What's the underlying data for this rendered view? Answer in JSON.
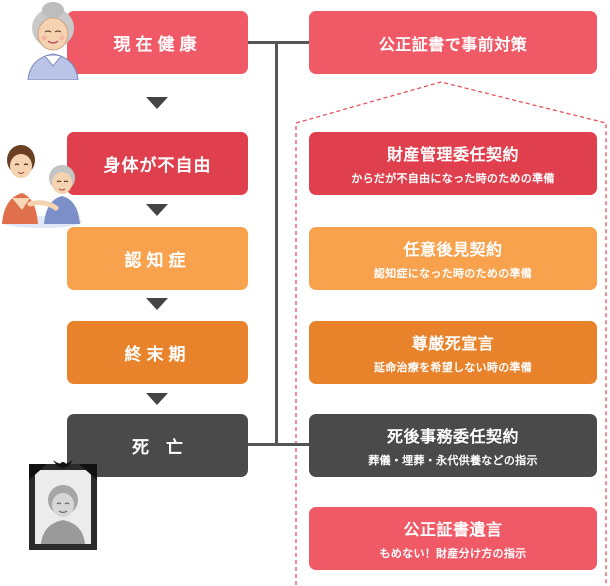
{
  "stages": [
    {
      "label": "現在健康",
      "color": "#f05a67"
    },
    {
      "label": "身体が不自由",
      "color": "#e0404e"
    },
    {
      "label": "認知症",
      "color": "#f8a24e"
    },
    {
      "label": "終末期",
      "color": "#e8832c"
    },
    {
      "label": "死　亡",
      "color": "#4a4a4a"
    }
  ],
  "top_measure": {
    "label": "公正証書で事前対策",
    "color": "#f05a67"
  },
  "contracts": [
    {
      "title": "財産管理委任契約",
      "subtitle": "からだが不自由になった時のための準備",
      "color": "#e0404e"
    },
    {
      "title": "任意後見契約",
      "subtitle": "認知症になった時のための準備",
      "color": "#f8a24e"
    },
    {
      "title": "尊厳死宣言",
      "subtitle": "延命治療を希望しない時の準備",
      "color": "#e8832c"
    },
    {
      "title": "死後事務委任契約",
      "subtitle": "葬儀・埋葬・永代供養などの指示",
      "color": "#4a4a4a"
    },
    {
      "title": "公正証書遺言",
      "subtitle": "もめない！財産分け方の指示",
      "color": "#f05a67"
    }
  ],
  "colors": {
    "connector": "#555555",
    "dash": "#e8505b",
    "arrow": "#444444"
  },
  "icons": [
    "elderly-woman-icon",
    "caregiver-icon",
    "memorial-portrait-icon"
  ]
}
